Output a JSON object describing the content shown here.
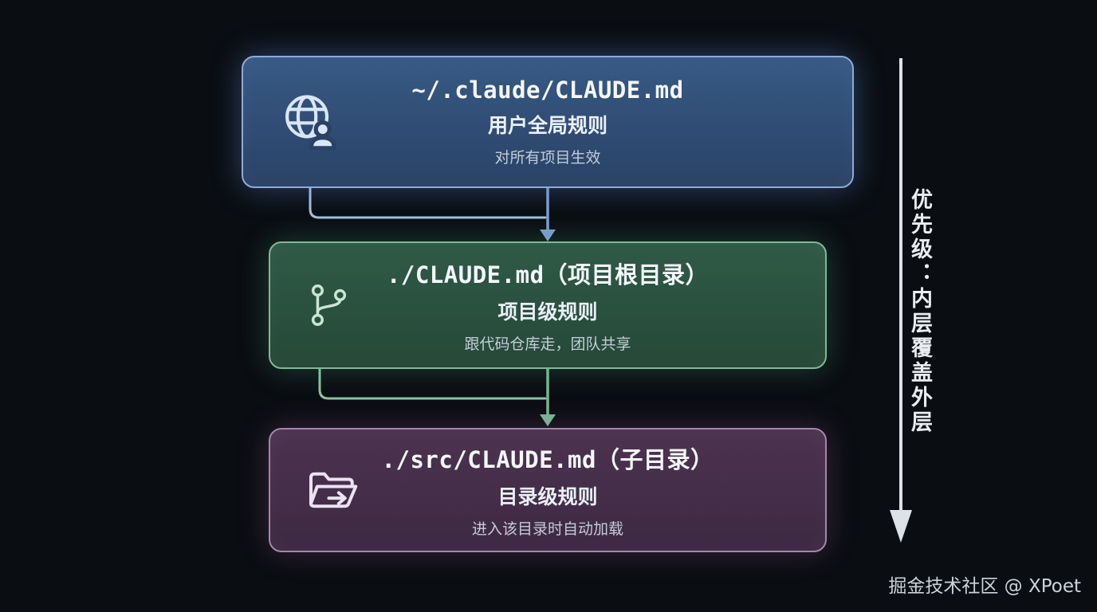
{
  "nodes": [
    {
      "title": "~/.claude/CLAUDE.md",
      "subtitle": "用户全局规则",
      "description": "对所有项目生效",
      "icon": "globe-user-icon",
      "fill_top": "#375a85",
      "fill_bottom": "#2a4266",
      "border": "#8fabd6",
      "glow": "rgba(90,135,210,0.45)",
      "icon_color": "#d9e6f6"
    },
    {
      "title": "./CLAUDE.md（项目根目录）",
      "subtitle": "项目级规则",
      "description": "跟代码仓库走，团队共享",
      "icon": "git-branch-icon",
      "fill_top": "#2f5a47",
      "fill_bottom": "#264838",
      "border": "#7fb999",
      "glow": "rgba(80,170,120,0.32)",
      "icon_color": "#c9e6d4"
    },
    {
      "title": "./src/CLAUDE.md（子目录）",
      "subtitle": "目录级规则",
      "description": "进入该目录时自动加载",
      "icon": "folder-arrow-icon",
      "fill_top": "#4c3350",
      "fill_bottom": "#3d2942",
      "border": "#a687a8",
      "glow": "rgba(160,100,160,0.30)",
      "icon_color": "#ece2f2"
    }
  ],
  "side_label": "优先级：内层覆盖外层",
  "watermark": "掘金技术社区 @ XPoet",
  "colors": {
    "background": "#0a0d12",
    "connector_blue": "#7e9ecf",
    "connector_blue_light": "#a9bedd",
    "connector_green": "#79b894",
    "connector_green_light": "#8cc3a3",
    "priority_arrow": "#dde2e9"
  }
}
